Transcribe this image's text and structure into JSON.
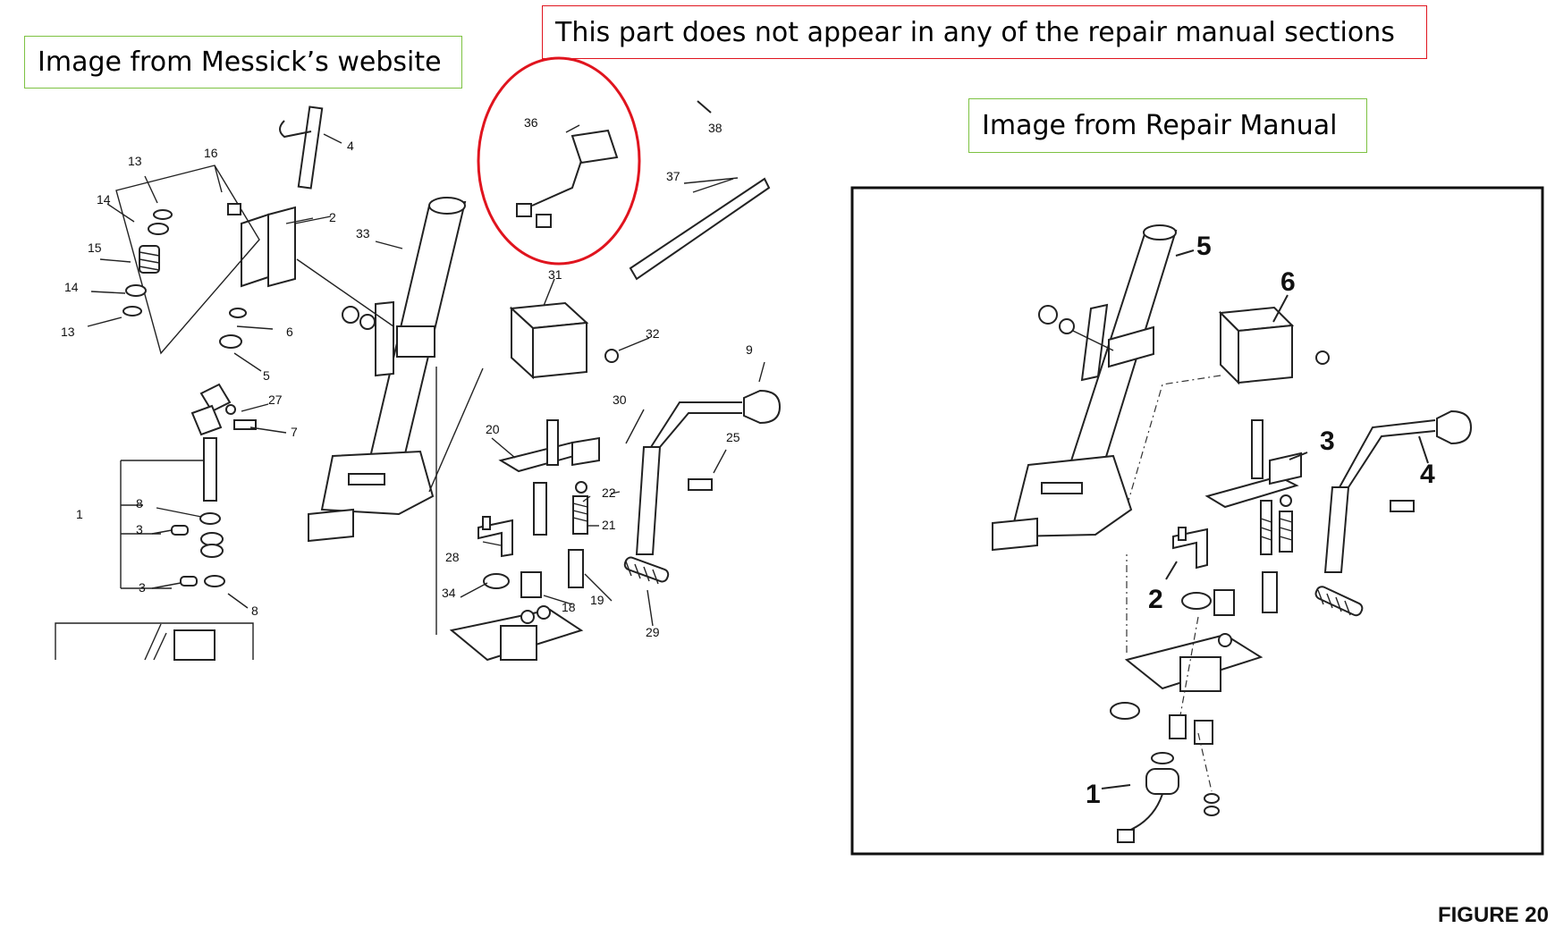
{
  "callouts": {
    "left": "Image from Messick’s website",
    "note": "This part does not appear in any of the repair manual sections",
    "right": "Image from Repair Manual"
  },
  "figure_caption": "FIGURE 20",
  "colors": {
    "green_border": "#7dc242",
    "red_border": "#e0141e",
    "highlight_circle": "#e0141e"
  },
  "left_diagram": {
    "part_numbers": [
      "1",
      "2",
      "3",
      "3",
      "4",
      "5",
      "6",
      "7",
      "8",
      "8",
      "9",
      "13",
      "13",
      "14",
      "14",
      "15",
      "16",
      "18",
      "19",
      "20",
      "21",
      "22",
      "25",
      "27",
      "28",
      "29",
      "30",
      "31",
      "32",
      "33",
      "34",
      "36",
      "37",
      "38"
    ]
  },
  "right_diagram": {
    "part_numbers": [
      "1",
      "2",
      "3",
      "4",
      "5",
      "6"
    ]
  }
}
